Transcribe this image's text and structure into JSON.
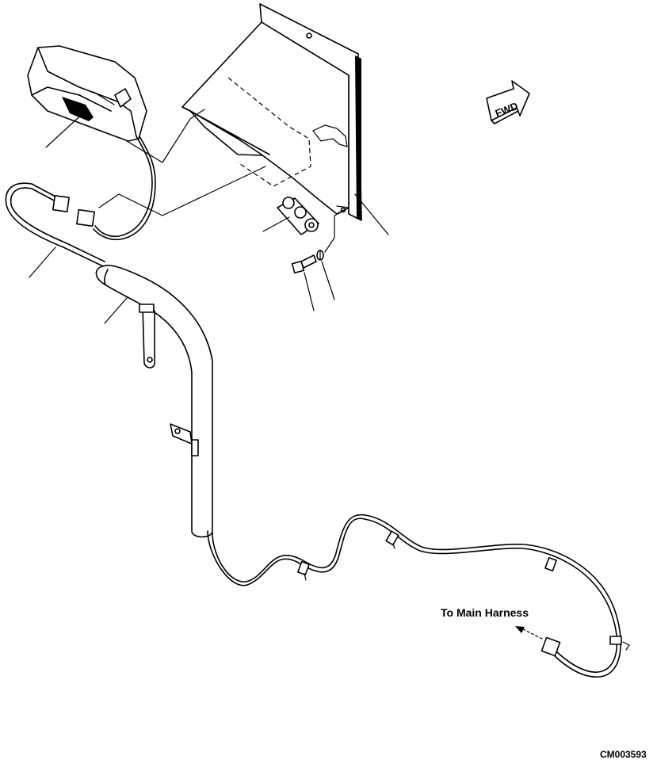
{
  "labels": {
    "harness_note": "To Main Harness",
    "drawing_code": "CM003593",
    "fwd_arrow": "FWD"
  }
}
